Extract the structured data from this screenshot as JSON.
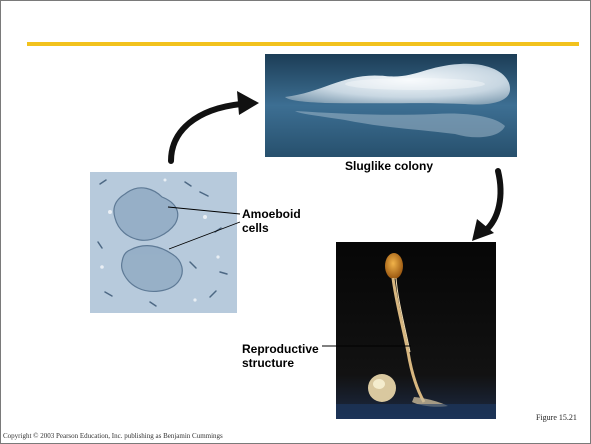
{
  "labels": {
    "sluglike": "Sluglike colony",
    "amoeboid_line1": "Amoeboid",
    "amoeboid_line2": "cells",
    "reproductive_line1": "Reproductive",
    "reproductive_line2": "structure"
  },
  "figure_label": "Figure 15.21",
  "copyright": "Copyright © 2003 Pearson Education, Inc. publishing as Benjamin Cummings",
  "colors": {
    "accent_rule": "#f2c21d",
    "arrow": "#111111"
  },
  "icons": {
    "cycle_arrows": "curved-arrow-icon"
  }
}
